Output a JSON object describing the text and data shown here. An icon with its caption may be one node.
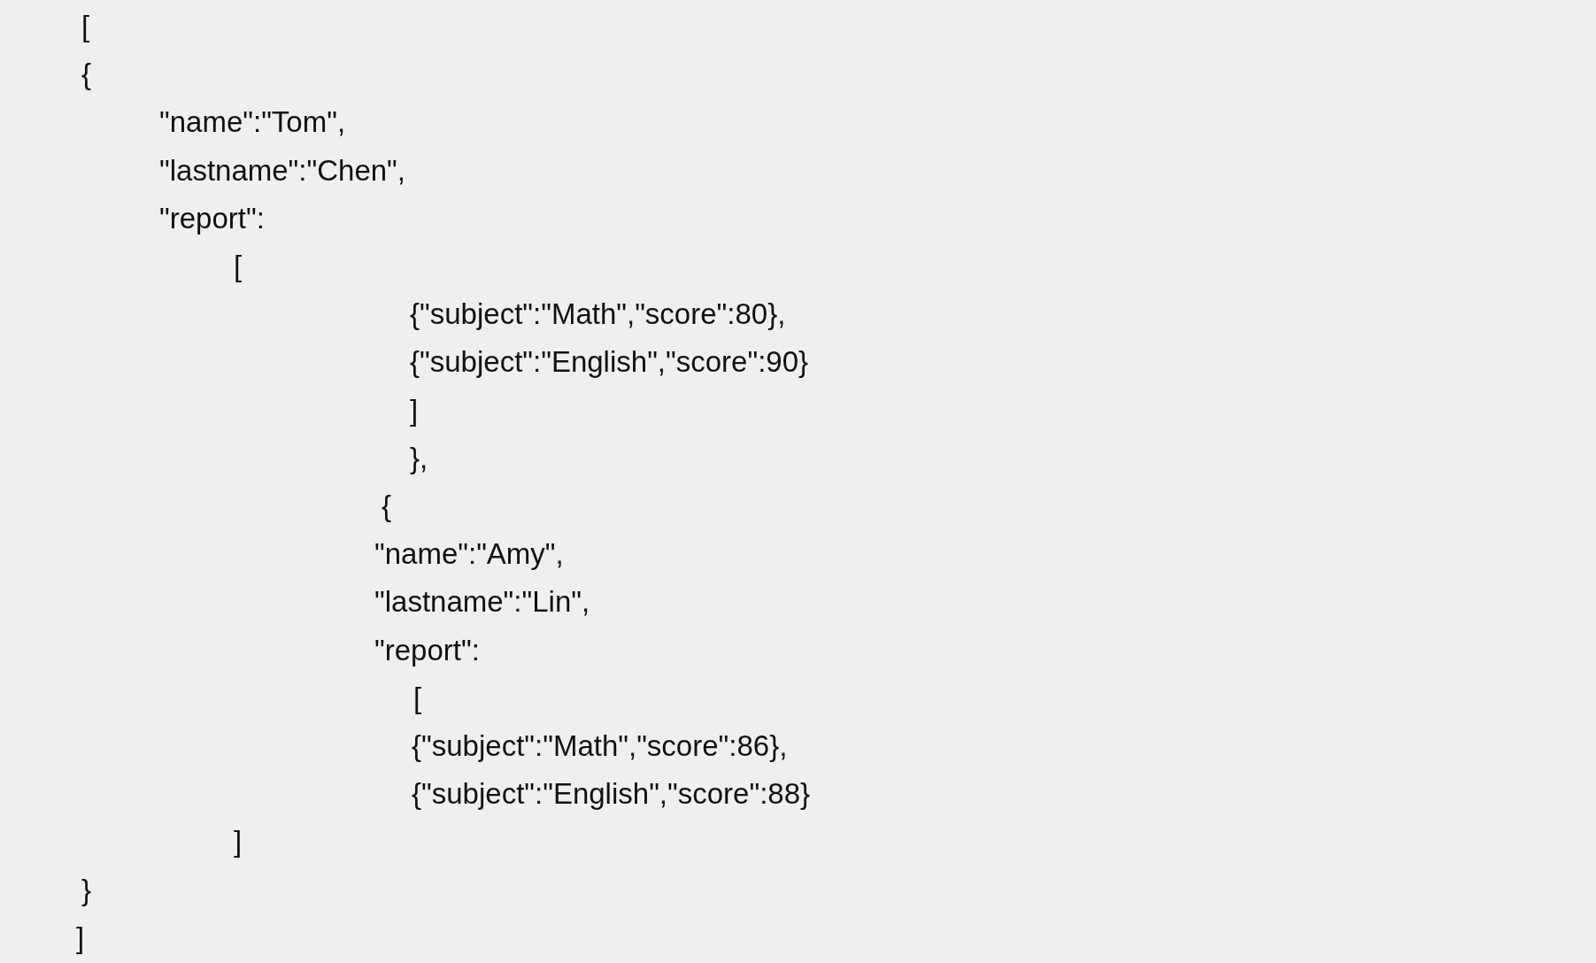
{
  "diagram": {
    "labels": [
      "[",
      "{",
      "\"name\":\"Tom\",",
      "\"lastname\":\"Chen\",",
      "\"report\":",
      "[",
      "{\"subject\":\"Math\",\"score\":80},",
      "{\"subject\":\"English\",\"score\":90}",
      "]",
      "},",
      "{",
      "\"name\":\"Amy\",",
      "\"lastname\":\"Lin\",",
      "\"report\":",
      "[",
      "{\"subject\":\"Math\",\"score\":86},",
      "{\"subject\":\"English\",\"score\":88}",
      "]",
      "}",
      "]"
    ]
  }
}
